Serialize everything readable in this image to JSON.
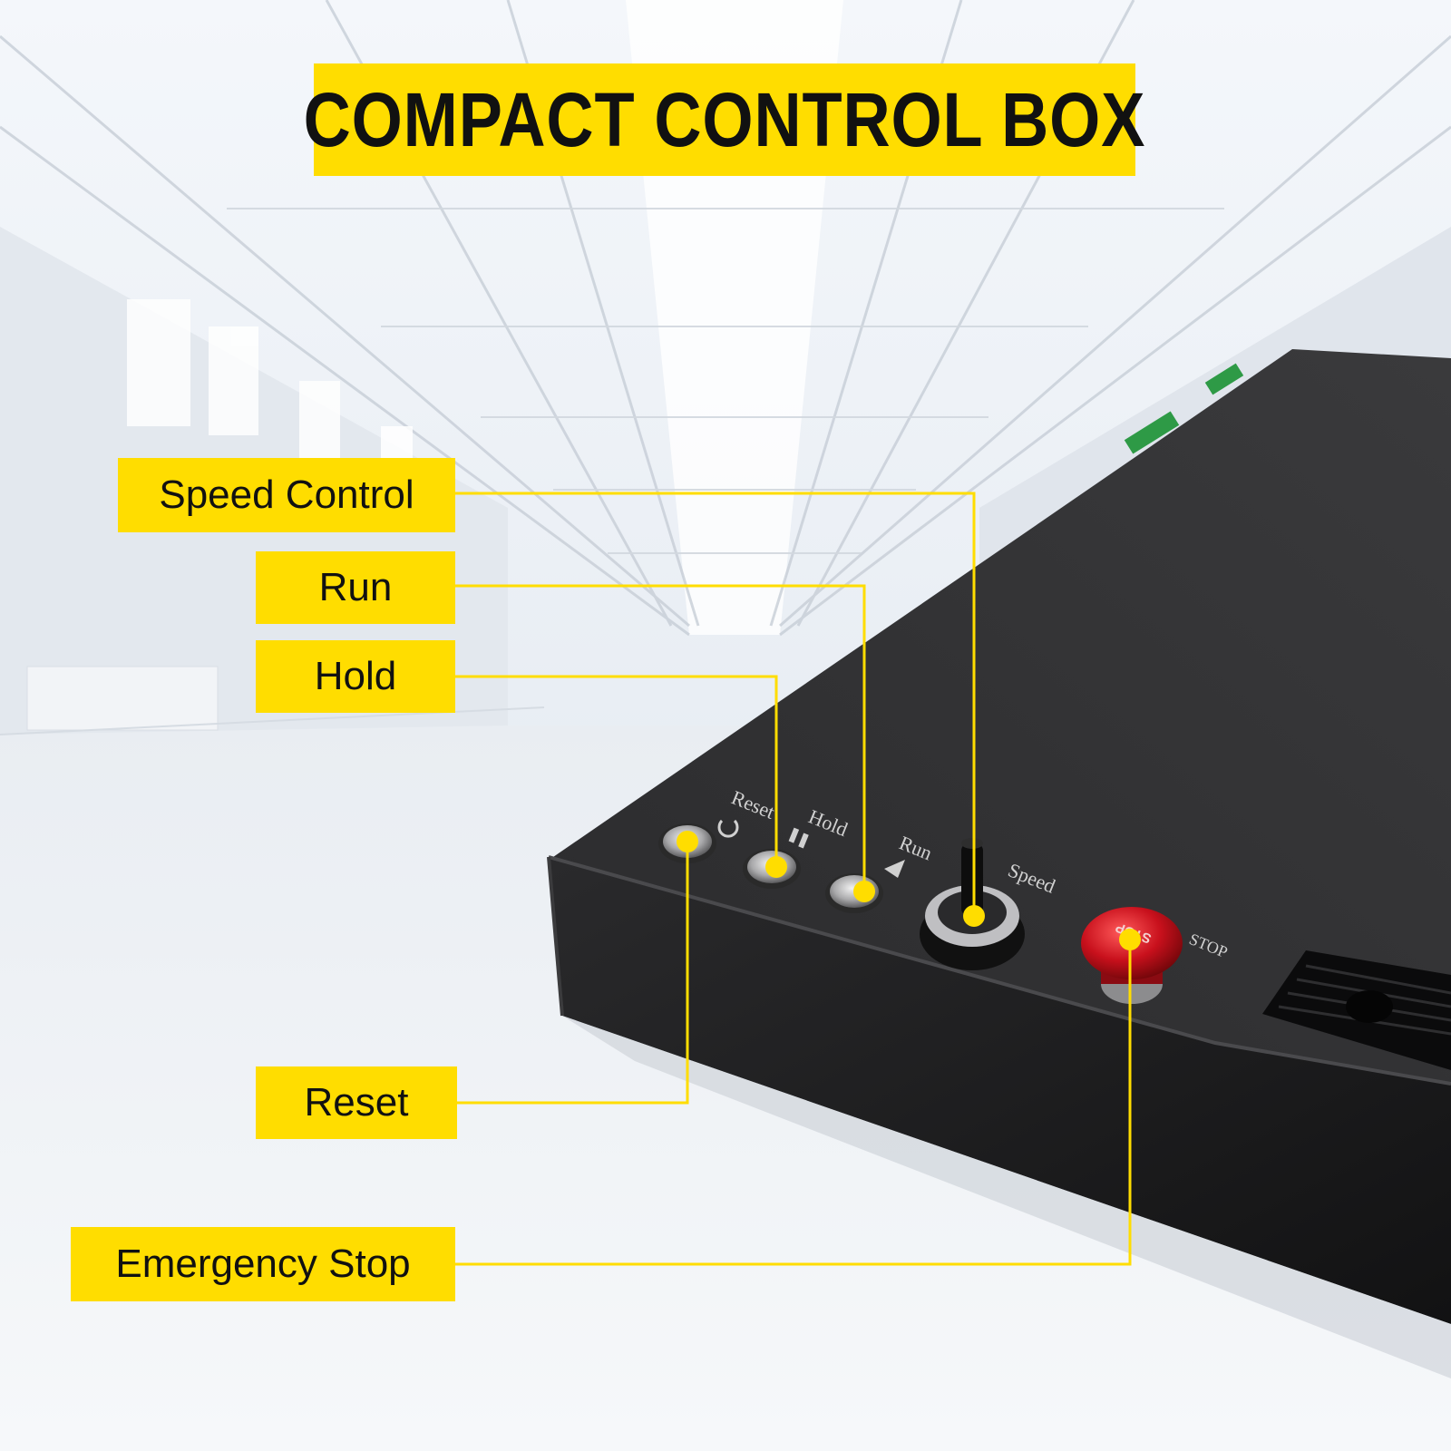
{
  "title": "COMPACT CONTROL BOX",
  "callouts": {
    "speed_control": "Speed Control",
    "run": "Run",
    "hold": "Hold",
    "reset": "Reset",
    "emergency_stop": "Emergency Stop"
  },
  "panel_labels": {
    "reset": "Reset",
    "hold": "Hold",
    "run": "Run",
    "speed": "Speed",
    "stop_button": "STOP",
    "stop_plate": "STOP"
  },
  "colors": {
    "accent_yellow": "#ffdd00",
    "box_black": "#1c1c1e",
    "stop_red": "#c8101c",
    "background": "#eef1f5"
  }
}
